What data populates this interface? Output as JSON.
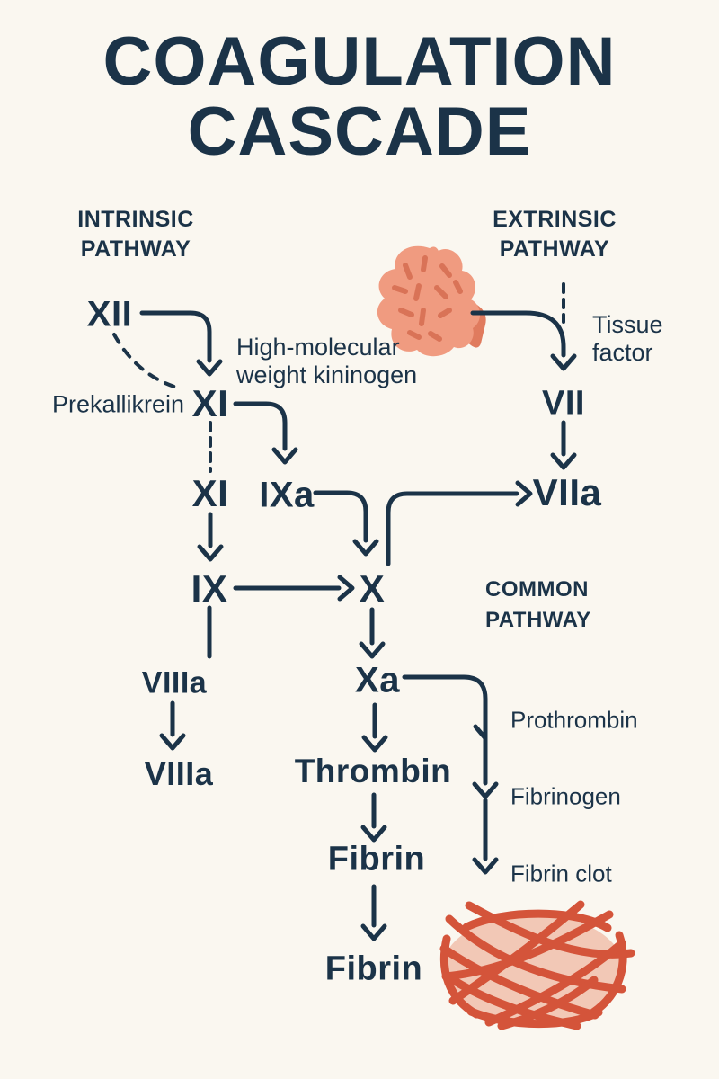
{
  "title": {
    "line1": "COAGULATION",
    "line2": "CASCADE"
  },
  "headings": {
    "intrinsic": {
      "line1": "INTRINSIC",
      "line2": "PATHWAY"
    },
    "extrinsic": {
      "line1": "EXTRINSIC",
      "line2": "PATHWAY"
    },
    "common": {
      "line1": "COMMON",
      "line2": "PATHWAY"
    }
  },
  "factors": {
    "xii": "XII",
    "xi_upper": "XI",
    "xi_lower": "XI",
    "ixa": "IXa",
    "vii": "VII",
    "viia": "VIIa",
    "ix": "IX",
    "x": "X",
    "viiia_upper": "VIIIa",
    "viiia_lower": "VIIIa",
    "xa": "Xa",
    "thrombin": "Thrombin",
    "fibrin_upper": "Fibrin",
    "fibrin_lower": "Fibrin"
  },
  "labels": {
    "prekallikrein": "Prekallikrein",
    "hmwk_line1": "High-molecular",
    "hmwk_line2": "weight kininogen",
    "tissue_factor_line1": "Tissue",
    "tissue_factor_line2": "factor",
    "prothrombin": "Prothrombin",
    "fibrinogen": "Fibrinogen",
    "fibrin_clot": "Fibrin clot"
  },
  "icons": {
    "tissue": "tissue-illustration",
    "fibrin_clot": "fibrin-clot-illustration"
  },
  "colors": {
    "background": "#faf7f0",
    "ink": "#1b3348",
    "tissue_fill": "#f09b80",
    "tissue_dash": "#d97357",
    "tissue_stem": "#e07b5e",
    "clot_fill": "#f2c8b6",
    "clot_strand": "#d4543a"
  }
}
